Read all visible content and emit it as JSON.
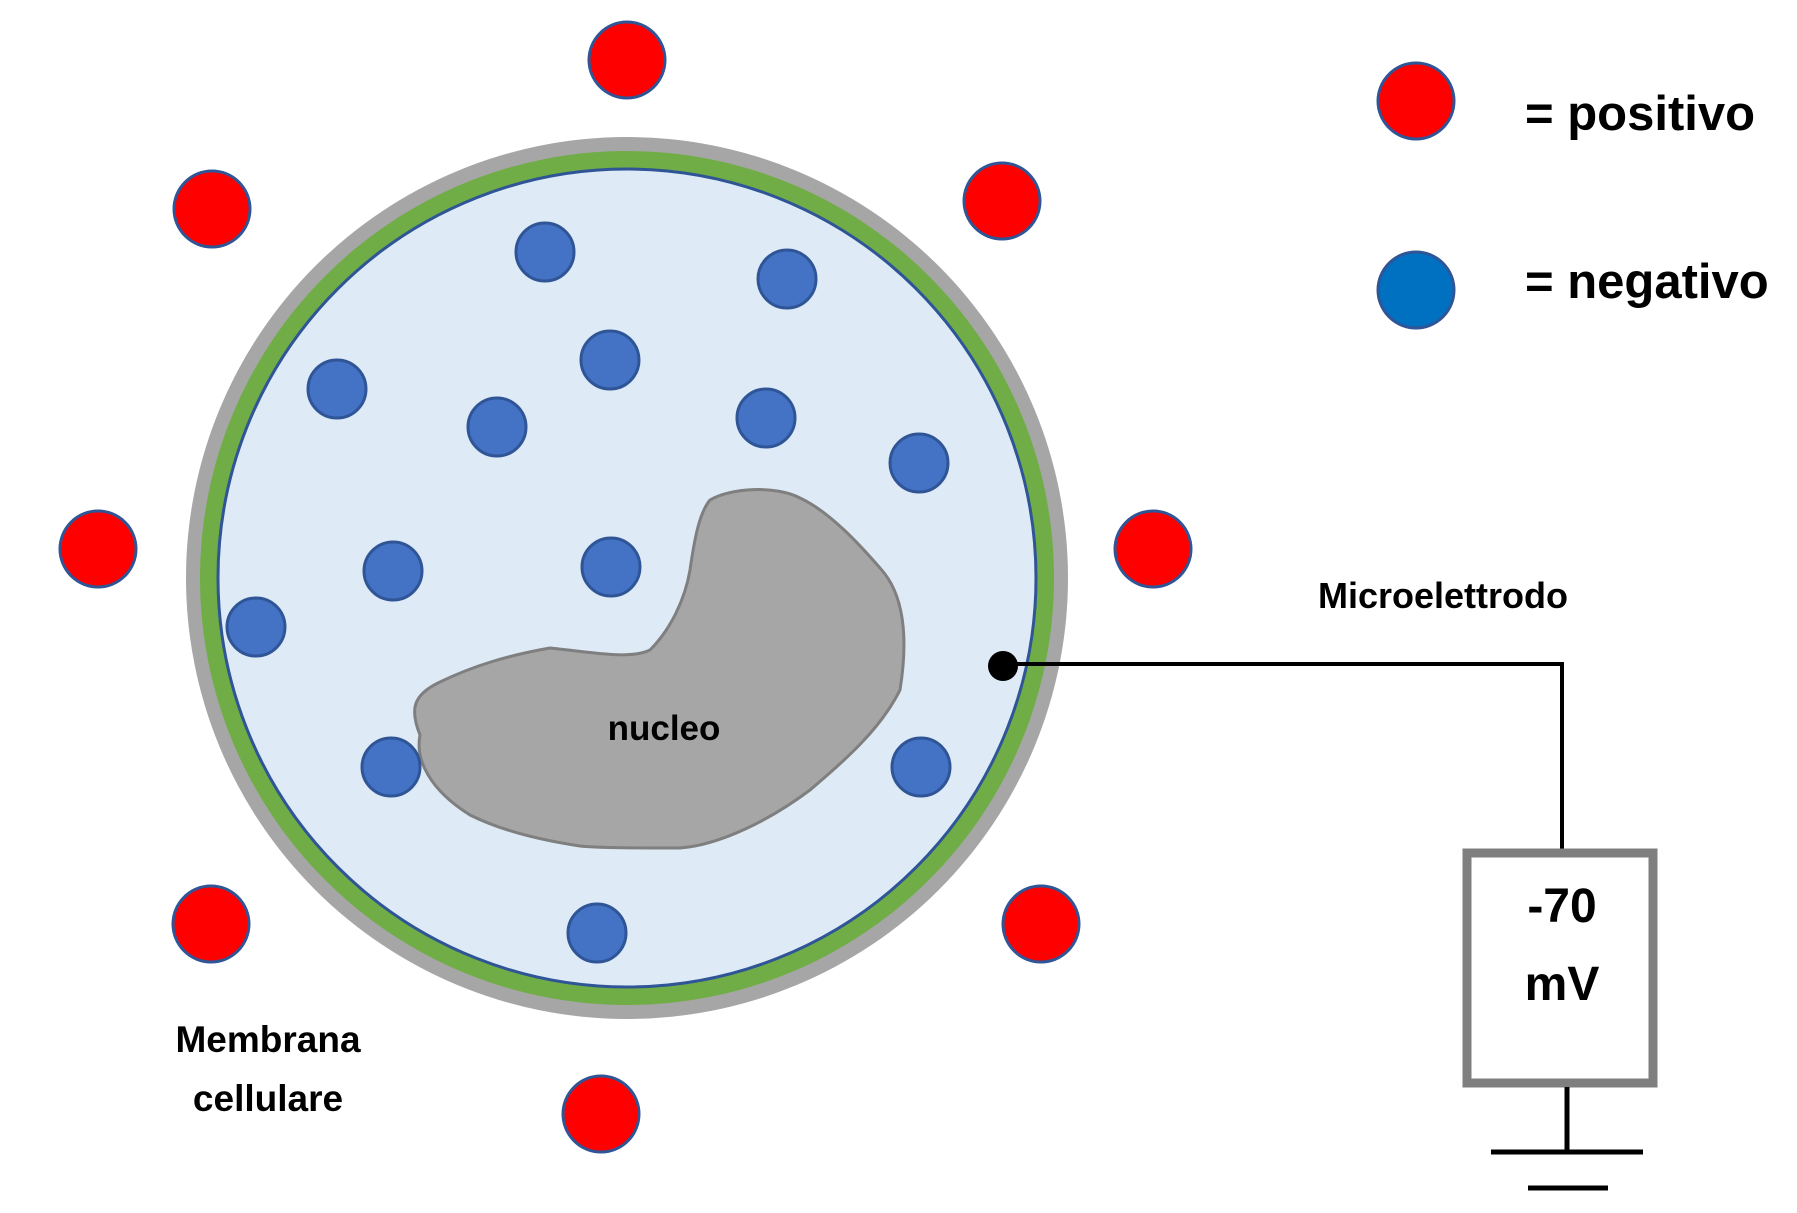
{
  "legend": {
    "positive_label": "= positivo",
    "negative_label": "= negativo"
  },
  "labels": {
    "nucleus": "nucleo",
    "membrane_line1": "Membrana",
    "membrane_line2": "cellulare",
    "microelectrode": "Microelettrodo"
  },
  "meter": {
    "value": "-70",
    "unit": "mV"
  },
  "colors": {
    "positive_ion": "#ff0000",
    "negative_ion": "#4472c4",
    "legend_negative_ion": "#0070c0",
    "cytoplasm": "#deebf7",
    "membrane_inner": "#70ad47",
    "membrane_outer": "#a6a6a6",
    "nucleus": "#a6a6a6"
  }
}
